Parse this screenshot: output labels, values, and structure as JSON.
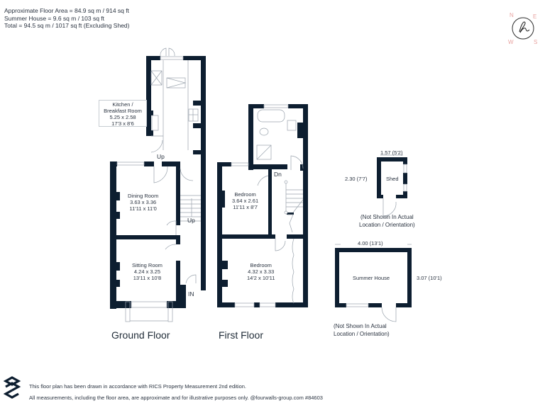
{
  "header": {
    "line1": "Approximate Floor Area = 84.9 sq m / 914 sq ft",
    "line2": "Summer House = 9.6 sq m / 103  sq ft",
    "line3": "Total = 94.5 sq m / 1017 sq ft  (Excluding Shed)"
  },
  "compass": {
    "n": "N",
    "e": "E",
    "s": "S",
    "w": "W",
    "accent_color": "#e8a3a0",
    "icon": "compass-logo-icon"
  },
  "ground_floor": {
    "title": "Ground Floor",
    "kitchen": {
      "name": "Kitchen /",
      "name2": "Breakfast Room",
      "metric": "5.25 x 2.58",
      "imperial": "17'3 x 8'6"
    },
    "dining": {
      "name": "Dining Room",
      "metric": "3.63 x 3.36",
      "imperial": "11'11 x 11'0"
    },
    "sitting": {
      "name": "Sitting Room",
      "metric": "4.24 x 3.25",
      "imperial": "13'11 x 10'8"
    },
    "up1": "Up",
    "up2": "Up",
    "entrance": "IN"
  },
  "first_floor": {
    "title": "First Floor",
    "bedroom1": {
      "name": "Bedroom",
      "metric": "3.64 x 2.61",
      "imperial": "11'11 x 8'7"
    },
    "bedroom2": {
      "name": "Bedroom",
      "metric": "4.32 x 3.33",
      "imperial": "14'2 x 10'11"
    },
    "down": "Dn"
  },
  "shed": {
    "name": "Shed",
    "width": "1.57  (5'2)",
    "depth": "2.30  (7'7)",
    "note1": "(Not Shown In Actual",
    "note2": "Location / Orientation)"
  },
  "summer_house": {
    "name": "Summer House",
    "width": "4.00 (13'1)",
    "depth": "3.07  (10'1)",
    "note1": "(Not Shown In Actual",
    "note2": "Location / Orientation)"
  },
  "footer": {
    "line1": "This floor plan has been drawn in accordance with RICS Property Measurement 2nd edition.",
    "line2": "All measurements, including the floor area, are approximate and for illustrative purposes only. @fourwalls-group.com #84603",
    "logo_icon": "fourwalls-logo-icon"
  },
  "colors": {
    "wall": "#0d1e30",
    "line": "#9aa3ad",
    "text": "#2a3340"
  }
}
